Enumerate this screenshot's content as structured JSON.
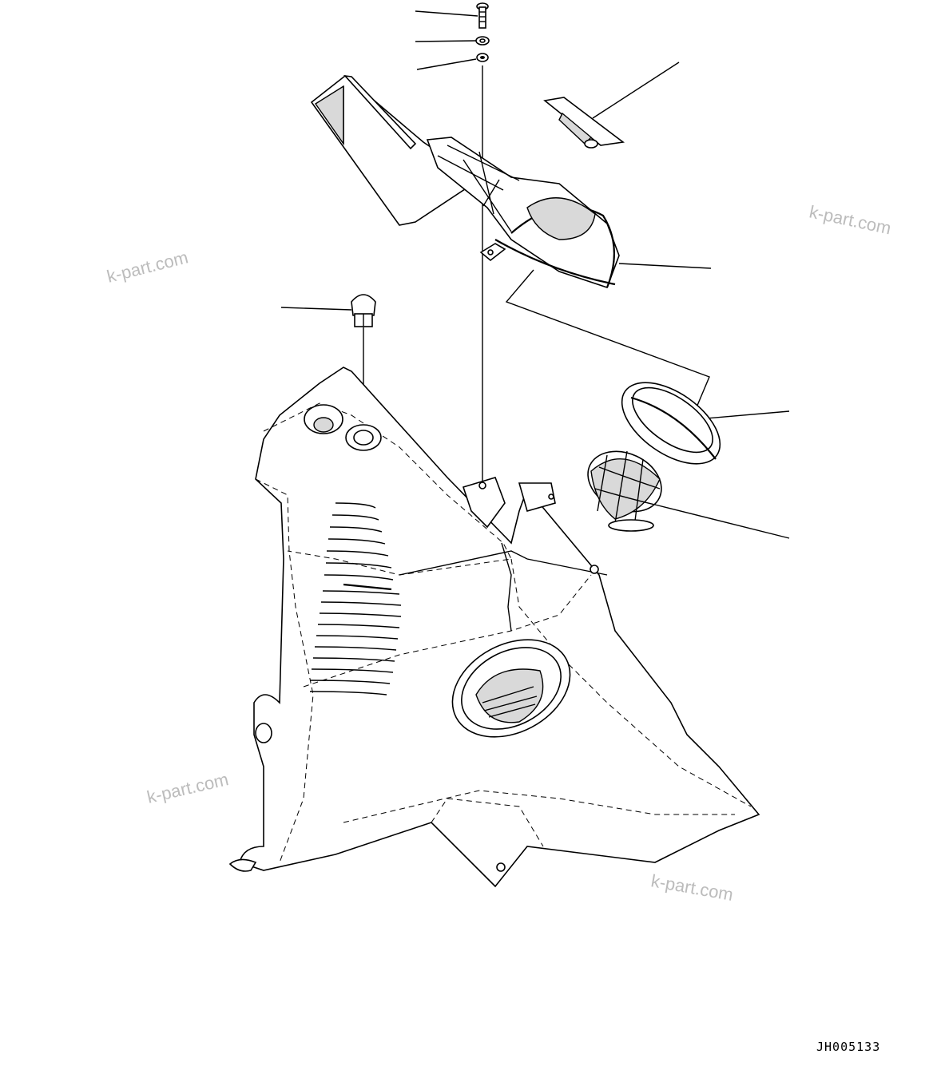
{
  "watermarks": [
    "k-part.com",
    "k-part.com",
    "k-part.com",
    "k-part.com"
  ],
  "drawing_code": "JH005133",
  "icons": [
    "bolt-icon",
    "washer-icon",
    "nut-icon",
    "duct-icon",
    "cap-icon",
    "clip-icon",
    "ring-icon",
    "vent-louver-icon",
    "side-panel-icon"
  ]
}
